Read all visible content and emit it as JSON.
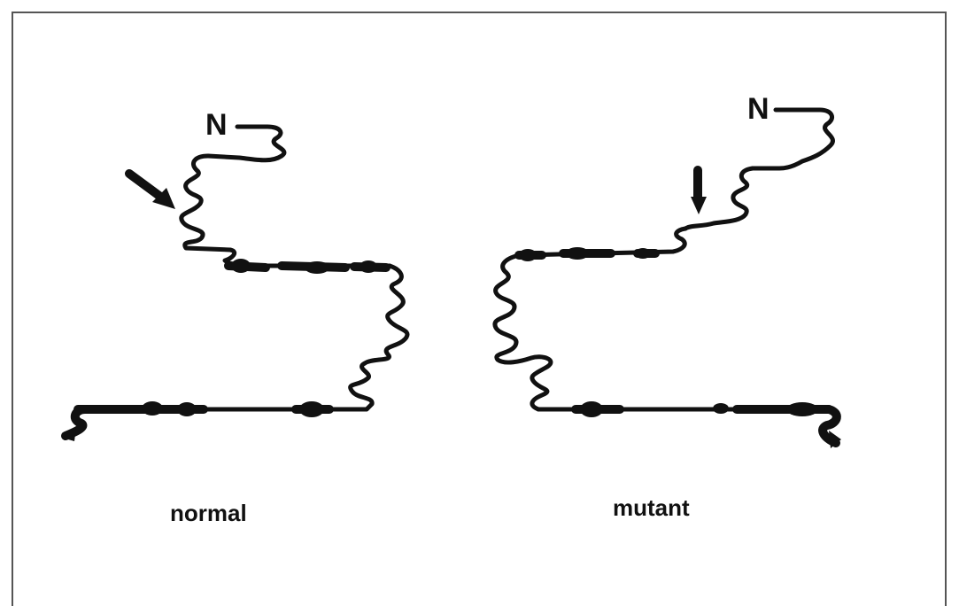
{
  "figure": {
    "left_panel": {
      "terminus_label": "N",
      "caption": "normal"
    },
    "right_panel": {
      "terminus_label": "N",
      "caption": "mutant"
    }
  }
}
